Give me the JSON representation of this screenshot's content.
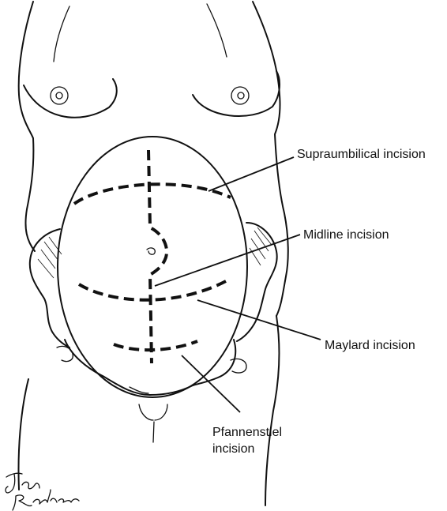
{
  "labels": {
    "supraumbilical": "Supraumbilical incision",
    "midline": "Midline incision",
    "maylard": "Maylard incision",
    "pfannenstiel_line1": "Pfannenstiel",
    "pfannenstiel_line2": "incision"
  },
  "signature": "Jan Redden",
  "colors": {
    "ink": "#111111",
    "background": "#ffffff"
  }
}
